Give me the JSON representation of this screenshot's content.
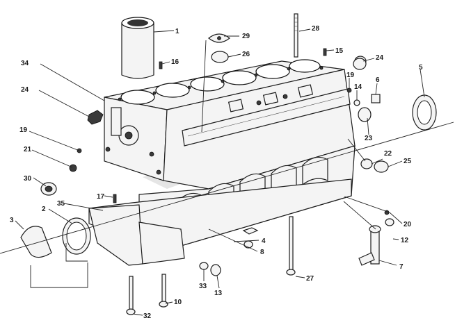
{
  "diagram": {
    "callouts": [
      {
        "id": "c1",
        "label": "1"
      },
      {
        "id": "c2",
        "label": "2"
      },
      {
        "id": "c3",
        "label": "3"
      },
      {
        "id": "c4",
        "label": "4"
      },
      {
        "id": "c5",
        "label": "5"
      },
      {
        "id": "c6",
        "label": "6"
      },
      {
        "id": "c7",
        "label": "7"
      },
      {
        "id": "c8",
        "label": "8"
      },
      {
        "id": "c10",
        "label": "10"
      },
      {
        "id": "c12",
        "label": "12"
      },
      {
        "id": "c13",
        "label": "13"
      },
      {
        "id": "c14",
        "label": "14"
      },
      {
        "id": "c15",
        "label": "15"
      },
      {
        "id": "c16",
        "label": "16"
      },
      {
        "id": "c17",
        "label": "17"
      },
      {
        "id": "c19a",
        "label": "19"
      },
      {
        "id": "c19b",
        "label": "19"
      },
      {
        "id": "c20",
        "label": "20"
      },
      {
        "id": "c21",
        "label": "21"
      },
      {
        "id": "c22",
        "label": "22"
      },
      {
        "id": "c23",
        "label": "23"
      },
      {
        "id": "c24a",
        "label": "24"
      },
      {
        "id": "c24b",
        "label": "24"
      },
      {
        "id": "c25",
        "label": "25"
      },
      {
        "id": "c26",
        "label": "26"
      },
      {
        "id": "c27",
        "label": "27"
      },
      {
        "id": "c28",
        "label": "28"
      },
      {
        "id": "c29",
        "label": "29"
      },
      {
        "id": "c30",
        "label": "30"
      },
      {
        "id": "c32",
        "label": "32"
      },
      {
        "id": "c33",
        "label": "33"
      },
      {
        "id": "c34",
        "label": "34"
      },
      {
        "id": "c35",
        "label": "35"
      }
    ]
  }
}
